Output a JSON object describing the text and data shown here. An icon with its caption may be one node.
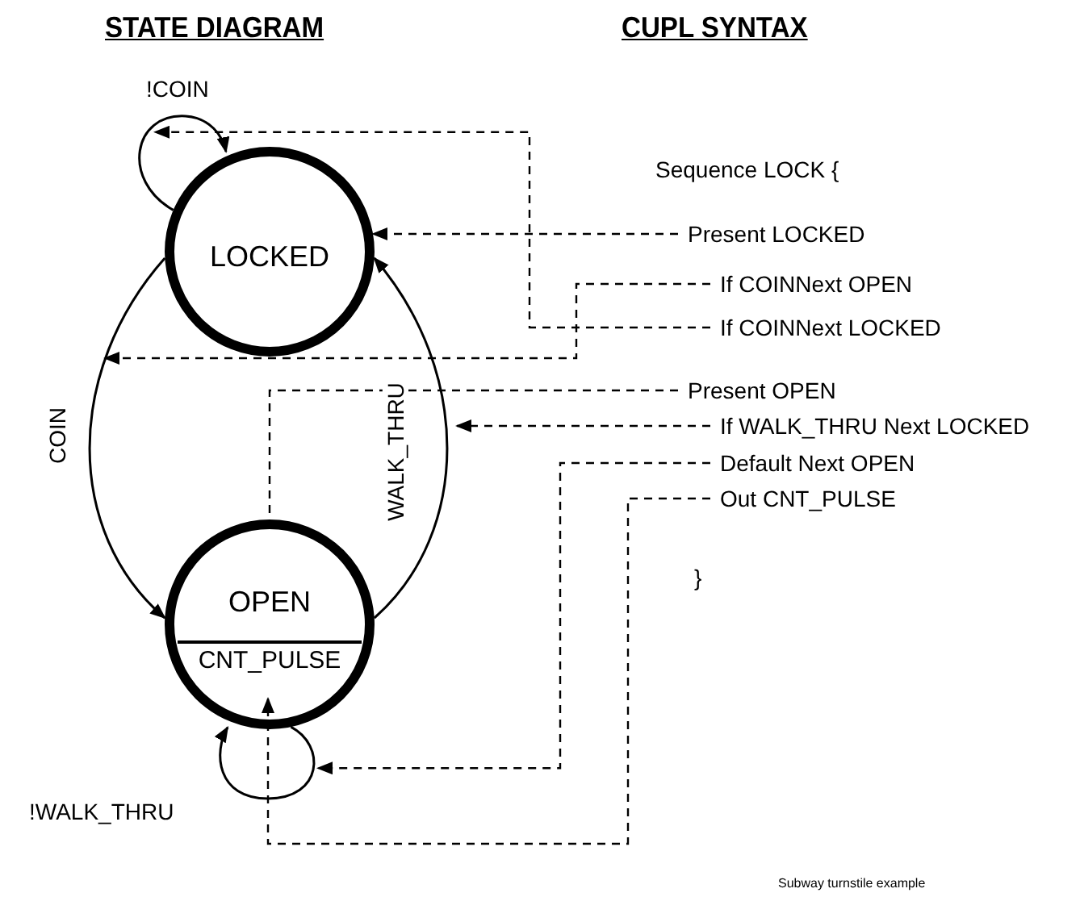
{
  "diagram": {
    "caption": "Subway turnstile example",
    "nodes": [
      {
        "text": [
          "LOCKED"
        ]
      },
      {
        "text": [
          "OPEN",
          "CNT_PULSE"
        ]
      },
      {
        "text": [
          "Present LOCKED"
        ]
      },
      {
        "text": [
          "If COINNext OPEN"
        ]
      },
      {
        "text": [
          "If COINNext LOCKED"
        ]
      },
      {
        "text": [
          "Present OPEN"
        ]
      },
      {
        "text": [
          "If WALK_THRU Next LOCKED"
        ]
      },
      {
        "text": [
          "Default Next OPEN"
        ]
      },
      {
        "text": [
          "Out CNT_PULSE"
        ]
      }
    ],
    "edges": [
      {
        "from": 0,
        "to": 1,
        "arrow": "to",
        "label": "COIN"
      },
      {
        "from": 1,
        "to": 0,
        "arrow": "to",
        "label": "WALK_THRU"
      },
      {
        "from": 0,
        "to": 0,
        "arrow": "to",
        "label": "!COIN"
      },
      {
        "from": 1,
        "to": 1,
        "arrow": "to",
        "label": "!WALK_THRU"
      },
      {
        "from": 2,
        "to": 0,
        "arrow": "to",
        "style": "dashed"
      },
      {
        "from": 3,
        "to": null,
        "arrow": "to",
        "style": "dashed"
      },
      {
        "from": 4,
        "to": 0,
        "arrow": "to",
        "style": "dashed"
      },
      {
        "from": 5,
        "to": 1,
        "arrow": "none",
        "style": "dashed"
      },
      {
        "from": 6,
        "to": null,
        "arrow": "to",
        "style": "dashed"
      },
      {
        "from": 7,
        "to": 1,
        "arrow": "to",
        "style": "dashed"
      },
      {
        "from": 8,
        "to": 1,
        "arrow": "to",
        "style": "dashed"
      }
    ],
    "labels": [
      "STATE DIAGRAM",
      "CUPL SYNTAX",
      "Sequence LOCK {",
      "}"
    ]
  }
}
